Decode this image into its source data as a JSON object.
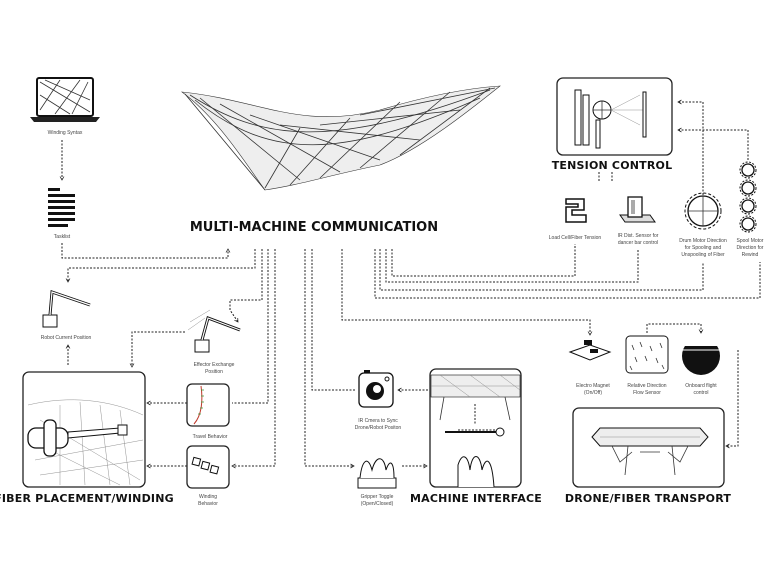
{
  "title": "MULTI-MACHINE COMMUNICATION",
  "sections": {
    "tension_control": "TENSION CONTROL",
    "fiber_placement": "FIBER PLACEMENT/WINDING",
    "machine_interface": "MACHINE INTERFACE",
    "drone_transport": "DRONE/FIBER TRANSPORT"
  },
  "labels": {
    "winding_syntax": "Winding Syntax",
    "tasklist": "Tasklist",
    "load_cell": "Load Cell/Fiber Tension",
    "ir_sensor": [
      "IR Dist. Sensor for",
      "dancer bar control"
    ],
    "drum_motor": [
      "Drum Motor Direction",
      "for Spooling and",
      "Unspooling of Fiber"
    ],
    "spool_motor": [
      "Spool Motor",
      "Direction for",
      "Rewind"
    ],
    "robot_current": "Robot Current Position",
    "effector_exchange": [
      "Effector Exchange",
      "Position"
    ],
    "travel_behavior": "Travel Behavior",
    "winding_behavior": [
      "Winding",
      "Behavior"
    ],
    "ir_camera": [
      "IR Cmera to Sync",
      "Drone/Robot Positon"
    ],
    "gripper_toggle": [
      "Gripper Toggle",
      "(Open/Closed)"
    ],
    "electro_magnet": [
      "Electro Magnet",
      "(On/Off)"
    ],
    "flow_sensor": [
      "Relative Direction",
      "Flow Sensor"
    ],
    "flight_control": [
      "Onboard flight",
      "control"
    ]
  },
  "colors": {
    "ink": "#111111",
    "accent_red": "#c0392b",
    "accent_green": "#3a9a3a"
  }
}
